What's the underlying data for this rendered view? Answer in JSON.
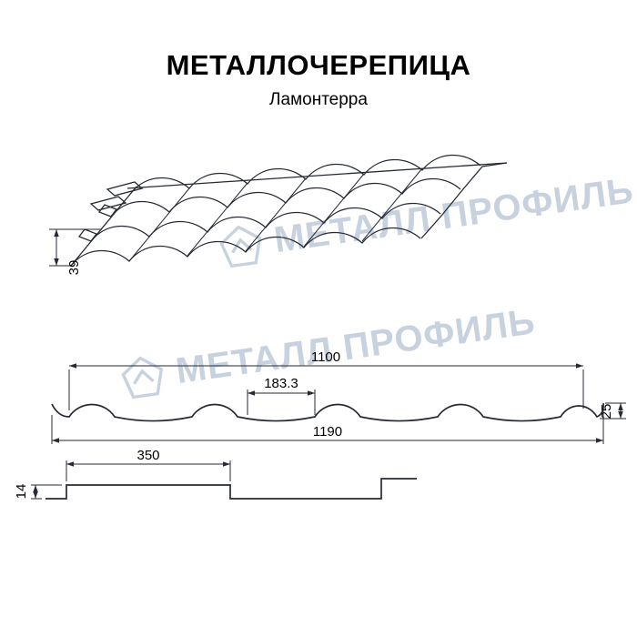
{
  "header": {
    "title": "МЕТАЛЛОЧЕРЕПИЦА",
    "subtitle": "Ламонтерра"
  },
  "watermark": {
    "text": "МЕТАЛЛ ПРОФИЛЬ",
    "color": "#bfcbda"
  },
  "drawing": {
    "perspective": {
      "step_height_mm": "39"
    },
    "cross_section": {
      "cover_width_mm": "1100",
      "wave_pitch_mm": "183.3",
      "profile_height_mm": "25",
      "full_width_mm": "1190"
    },
    "step_profile": {
      "module_length_mm": "350",
      "step_height_mm": "14"
    }
  },
  "colors": {
    "line": "#262a33",
    "text": "#000000",
    "background": "#ffffff"
  }
}
